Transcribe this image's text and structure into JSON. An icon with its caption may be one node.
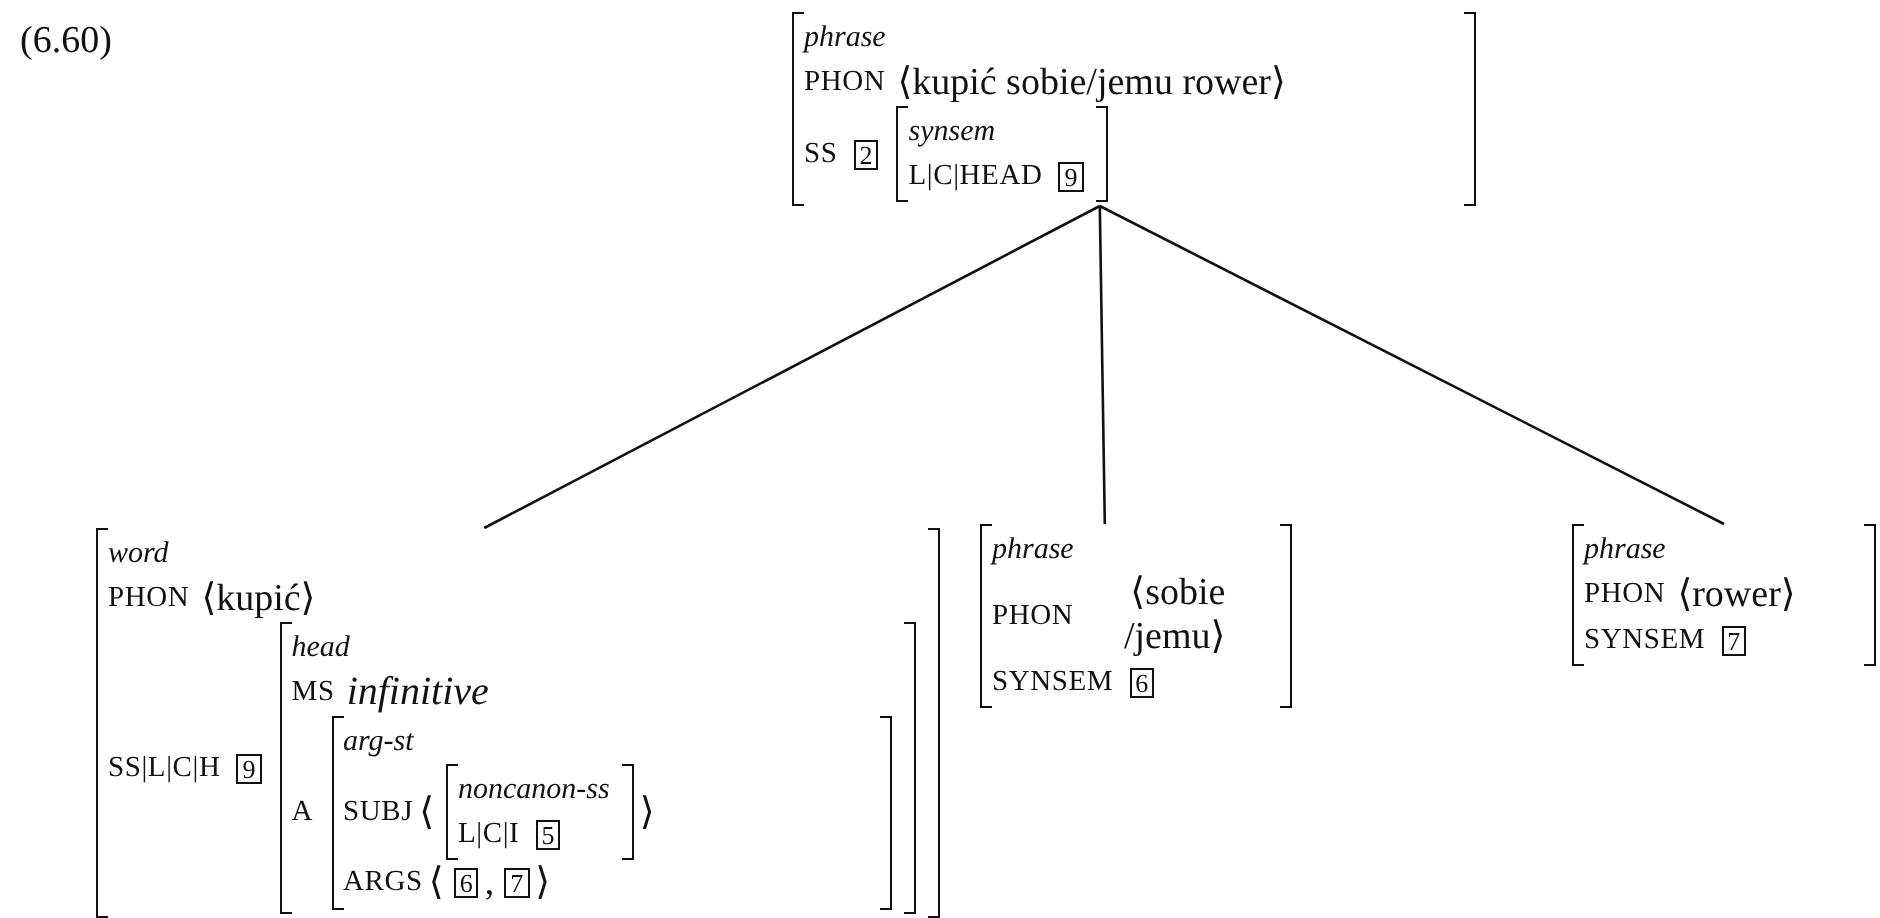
{
  "diagram": {
    "nodes": [
      {
        "text": [
          "phrase",
          "PHON",
          "⟨kupić sobie/jemu rower⟩",
          "SS",
          "2"
        ]
      },
      {
        "text": [
          "synsem",
          "L|C|HEAD",
          "9"
        ],
        "in": 0
      },
      {
        "text": [
          "word",
          "PHON",
          "⟨kupić⟩",
          "SS|L|C|H",
          "9"
        ]
      },
      {
        "text": [
          "head",
          "MS",
          "infinitive",
          "A"
        ],
        "in": 2
      },
      {
        "text": [
          "arg-st",
          "SUBJ",
          "⟨",
          "⟩",
          "ARGS",
          "⟨",
          "6",
          ",",
          "7",
          "⟩"
        ],
        "in": 3
      },
      {
        "text": [
          "noncanon-ss",
          "L|C|I",
          "5"
        ],
        "in": 4
      },
      {
        "text": [
          "phrase",
          "PHON",
          "⟨sobie /jemu⟩",
          "SYNSEM",
          "6"
        ]
      },
      {
        "text": [
          "phrase",
          "PHON",
          "⟨rower⟩",
          "SYNSEM",
          "7"
        ]
      }
    ],
    "edges": [
      {
        "from": 0,
        "to": 2,
        "arrow": "none"
      },
      {
        "from": 0,
        "to": 6,
        "arrow": "none"
      },
      {
        "from": 0,
        "to": 7,
        "arrow": "none"
      }
    ],
    "labels": [
      "(6.60)"
    ]
  }
}
